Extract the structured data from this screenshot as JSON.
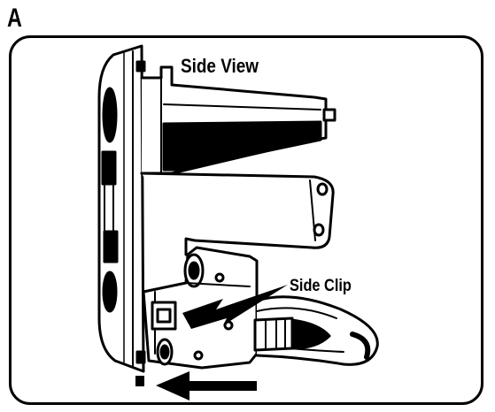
{
  "figure": {
    "step_letter": "A",
    "labels": {
      "side_view": "Side View",
      "side_clip": "Side Clip"
    },
    "colors": {
      "ink": "#000000",
      "paper": "#ffffff"
    }
  }
}
